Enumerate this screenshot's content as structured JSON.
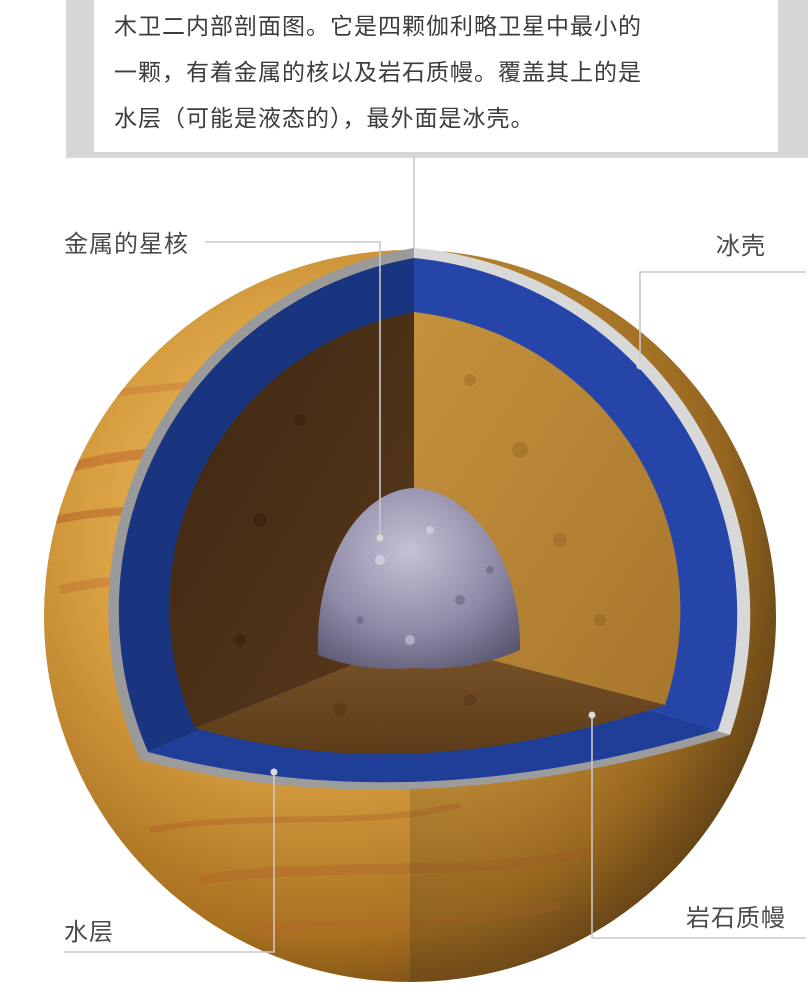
{
  "caption": {
    "line1": "木卫二内部剖面图。它是四颗伽利略卫星中最小的",
    "line2": "一颗，有着金属的核以及岩石质幔。覆盖其上的是",
    "line3": "水层（可能是液态的），最外面是冰壳。"
  },
  "labels": {
    "core": "金属的星核",
    "ice_shell": "冰壳",
    "water_layer": "水层",
    "rock_mantle": "岩石质幔"
  },
  "colors": {
    "surface": "#c48c30",
    "ice": "#e6e6e6",
    "water": "#1d3b95",
    "mantle_lit": "#b07a2c",
    "mantle_dark": "#4a2e16",
    "mantle_floor": "#6a4822",
    "core": "#8e8aa6",
    "leader_line": "#c8c8c8"
  }
}
